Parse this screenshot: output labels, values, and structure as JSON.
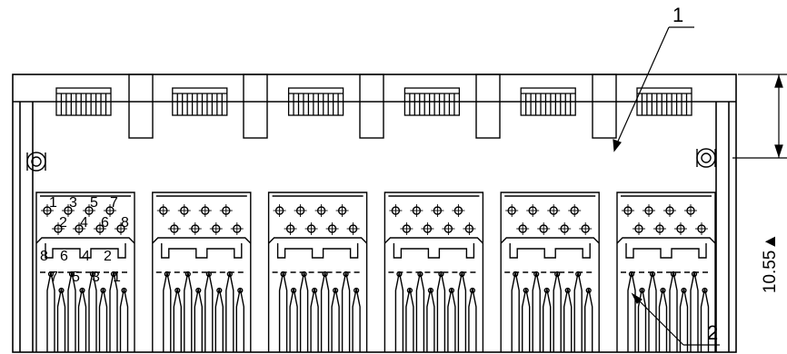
{
  "callouts": {
    "callout_1": "1",
    "callout_2": "2"
  },
  "dimension": {
    "value": "10.55",
    "marker": "▲"
  },
  "port1_pin_labels": {
    "upper_top": [
      "1",
      "3",
      "5",
      "7"
    ],
    "upper_bottom": [
      "2",
      "4",
      "6",
      "8"
    ],
    "lower_top": [
      "8",
      "6",
      "4",
      "2"
    ],
    "lower_bottom": [
      "7",
      "5",
      "3",
      "1"
    ]
  },
  "port_count": 6,
  "colors": {
    "line": "#000000",
    "background": "#ffffff"
  }
}
